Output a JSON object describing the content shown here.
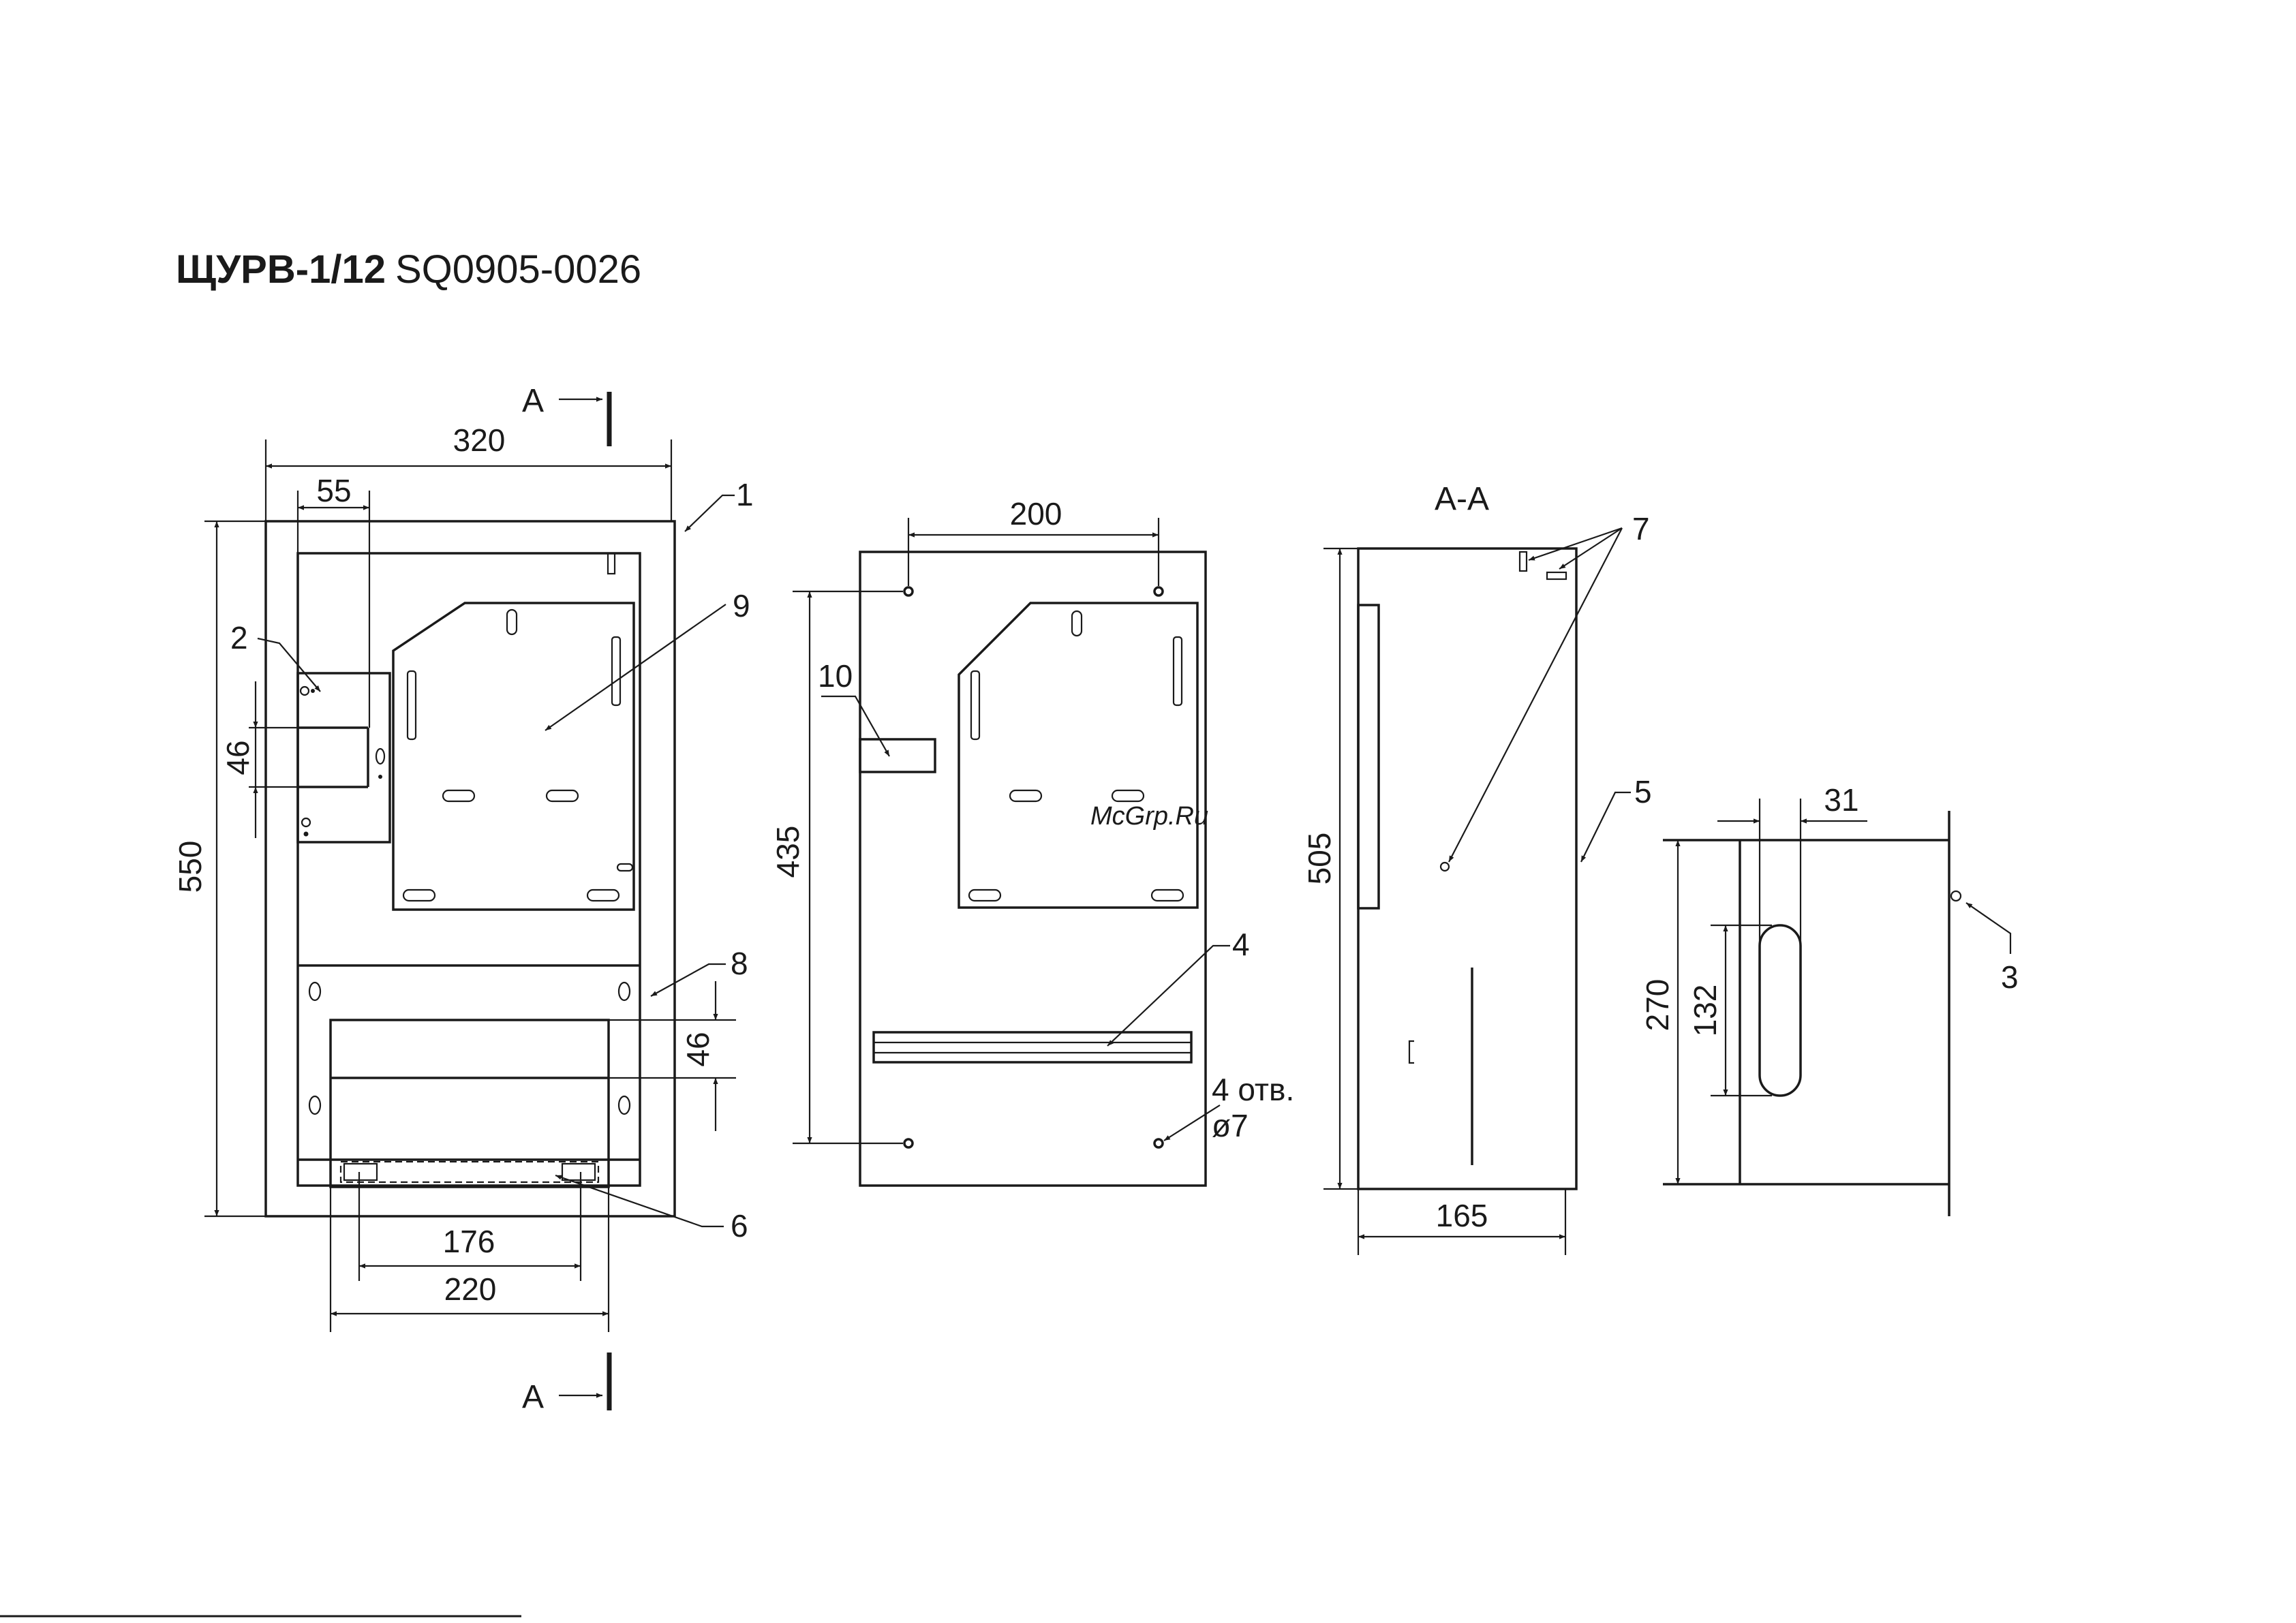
{
  "title": {
    "model": "ЩУРВ-1/12",
    "code": "SQ0905-0026"
  },
  "watermark": "McGrp.Ru",
  "views": {
    "front": {
      "section_marker_top": "А",
      "section_marker_bottom": "А",
      "dims": {
        "width": "320",
        "offset": "55",
        "height": "550",
        "plate_height": "46",
        "din_gap": "46",
        "inner_176": "176",
        "inner_220": "220"
      },
      "callouts": {
        "c1": "1",
        "c2": "2",
        "c6": "6",
        "c8": "8",
        "c9": "9"
      }
    },
    "back": {
      "dims": {
        "holes_spacing": "200",
        "holes_height": "435"
      },
      "callouts": {
        "c4": "4",
        "c10": "10"
      },
      "holes_note": [
        "4 отв.",
        "ø7"
      ]
    },
    "section": {
      "label": "А-А",
      "dims": {
        "height": "505",
        "depth": "165"
      },
      "callouts": {
        "c5": "5",
        "c7": "7"
      }
    },
    "door": {
      "dims": {
        "width": "31",
        "height": "270",
        "slot": "132"
      },
      "callouts": {
        "c3": "3"
      }
    }
  }
}
